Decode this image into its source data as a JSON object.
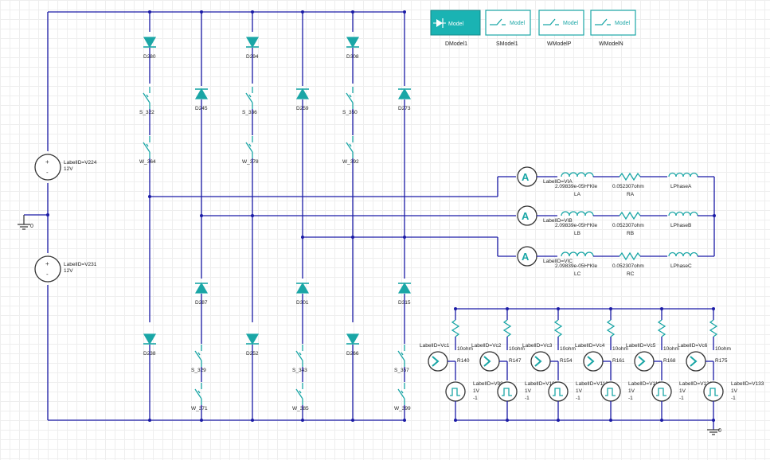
{
  "models": [
    {
      "id": "dmodel",
      "icon_text": "Model",
      "label": "DModel1"
    },
    {
      "id": "smodel",
      "icon_text": "Model",
      "label": "SModel1"
    },
    {
      "id": "wmodelp",
      "icon_text": "Model",
      "label": "WModelP"
    },
    {
      "id": "wmodeln",
      "icon_text": "Model",
      "label": "WModelN"
    }
  ],
  "sources": {
    "v224": {
      "label": "LabelID=V224",
      "value": "12V"
    },
    "v231": {
      "label": "LabelID=V231",
      "value": "12V"
    },
    "ground_main": "0",
    "ground_right": "0"
  },
  "top_diodes": [
    "D280",
    "D294",
    "D308"
  ],
  "top_switches": [
    "S_322",
    "S_336",
    "S_350"
  ],
  "top_wswitches": [
    "W_364",
    "W_378",
    "W_392"
  ],
  "mid_diodes_upper": [
    "D245",
    "D259",
    "D273"
  ],
  "mid_diodes_lower": [
    "D287",
    "D301",
    "D315"
  ],
  "bottom_diodes": [
    "D238",
    "D252",
    "D266"
  ],
  "bottom_switches": [
    "S_329",
    "S_343",
    "S_357"
  ],
  "bottom_wswitches": [
    "W_371",
    "W_385",
    "W_399"
  ],
  "phases": [
    {
      "meter": "LabelID=VIA",
      "inductance": "2.09839e-05H*Kle",
      "l_label": "LA",
      "resistance": "0.052307ohm",
      "r_label": "RA",
      "phase_label": "LPhaseA"
    },
    {
      "meter": "LabelID=VIB",
      "inductance": "2.09839e-05H*Kle",
      "l_label": "LB",
      "resistance": "0.052307ohm",
      "r_label": "RB",
      "phase_label": "LPhaseB"
    },
    {
      "meter": "LabelID=VIC",
      "inductance": "2.09839e-05H*Kle",
      "l_label": "LC",
      "resistance": "0.052307ohm",
      "r_label": "RC",
      "phase_label": "LPhaseC"
    }
  ],
  "drivers": [
    {
      "meter": "LabelID=Vc1",
      "res": "10ohm",
      "r_label": "R140",
      "pulse": "LabelID=V98",
      "v1": "1V",
      "v2": "-1"
    },
    {
      "meter": "LabelID=Vc2",
      "res": "10ohm",
      "r_label": "R147",
      "pulse": "LabelID=V105",
      "v1": "1V",
      "v2": "-1"
    },
    {
      "meter": "LabelID=Vc3",
      "res": "10ohm",
      "r_label": "R154",
      "pulse": "LabelID=V112",
      "v1": "1V",
      "v2": "-1"
    },
    {
      "meter": "LabelID=Vc4",
      "res": "10ohm",
      "r_label": "R161",
      "pulse": "LabelID=V119",
      "v1": "1V",
      "v2": "-1"
    },
    {
      "meter": "LabelID=Vc5",
      "res": "10ohm",
      "r_label": "R168",
      "pulse": "LabelID=V126",
      "v1": "1V",
      "v2": "-1"
    },
    {
      "meter": "LabelID=Vc6",
      "res": "10ohm",
      "r_label": "R175",
      "pulse": "LabelID=V133",
      "v1": "1V",
      "v2": "-1"
    }
  ],
  "colors": {
    "wire": "#1a1aa6",
    "component": "#1aa6a6",
    "model_fill": "#1ab3b3"
  }
}
